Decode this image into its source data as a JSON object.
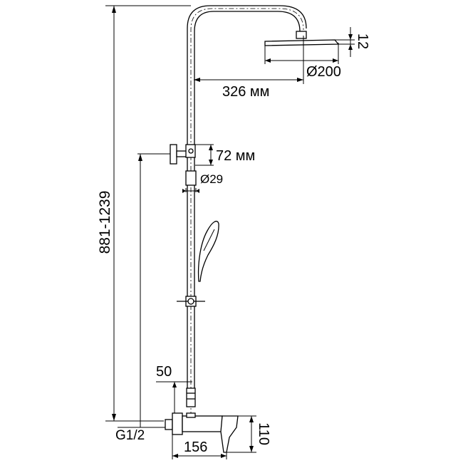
{
  "dimensions": {
    "height_range": "881-1239",
    "head_thickness": "12",
    "head_diameter": "Ø200",
    "arm_reach": "326 мм",
    "holder_height": "72 мм",
    "bar_diameter": "Ø29",
    "connection_offset": "50",
    "thread": "G1/2",
    "mixer_height": "110",
    "mixer_depth": "156"
  }
}
